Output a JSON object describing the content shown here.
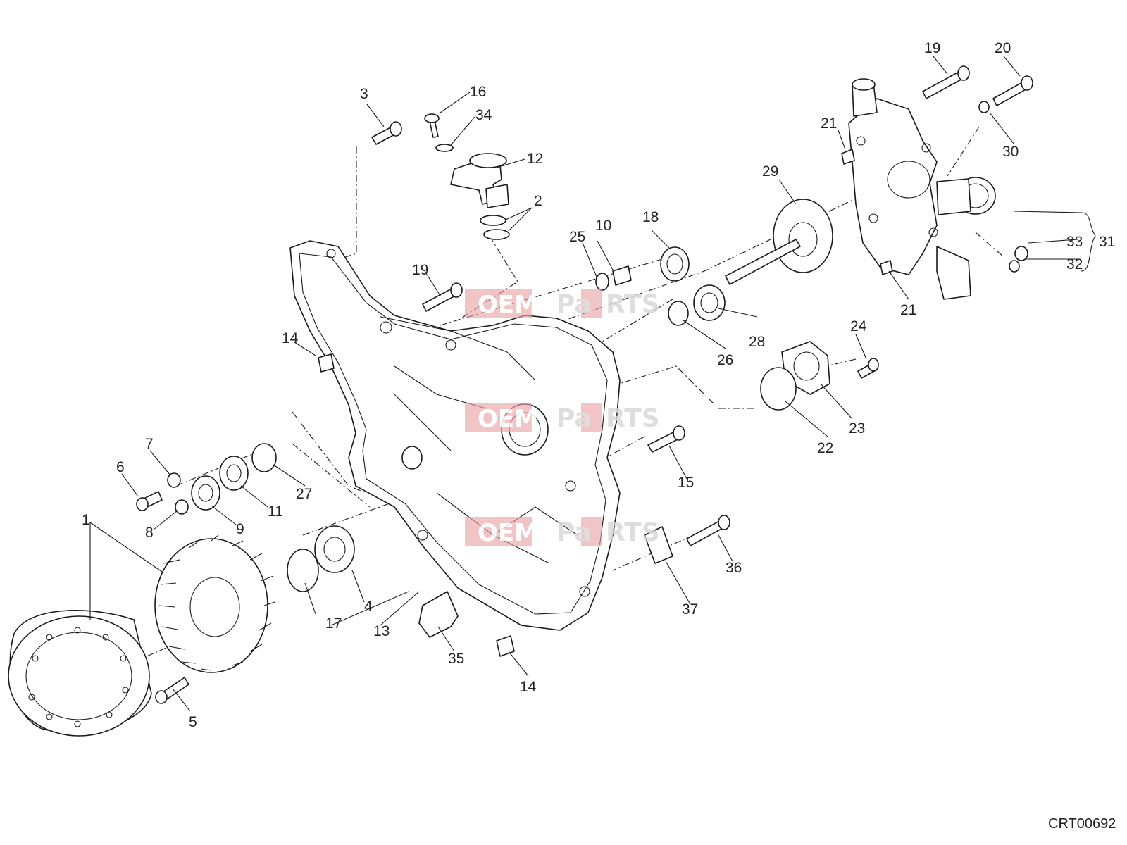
{
  "diagram_code": "CRT00692",
  "watermark": {
    "left": "OEM",
    "right": "RTS",
    "middle": "Pa"
  },
  "callouts": [
    "1",
    "2",
    "3",
    "4",
    "5",
    "6",
    "7",
    "8",
    "9",
    "10",
    "11",
    "12",
    "13",
    "14",
    "14",
    "15",
    "16",
    "17",
    "18",
    "19",
    "19",
    "20",
    "21",
    "21",
    "22",
    "23",
    "24",
    "25",
    "26",
    "27",
    "28",
    "29",
    "30",
    "31",
    "32",
    "33",
    "34",
    "35",
    "36",
    "37"
  ],
  "colors": {
    "line": "#1a1a1a",
    "watermark": "#e9a3a6",
    "background": "#ffffff"
  }
}
